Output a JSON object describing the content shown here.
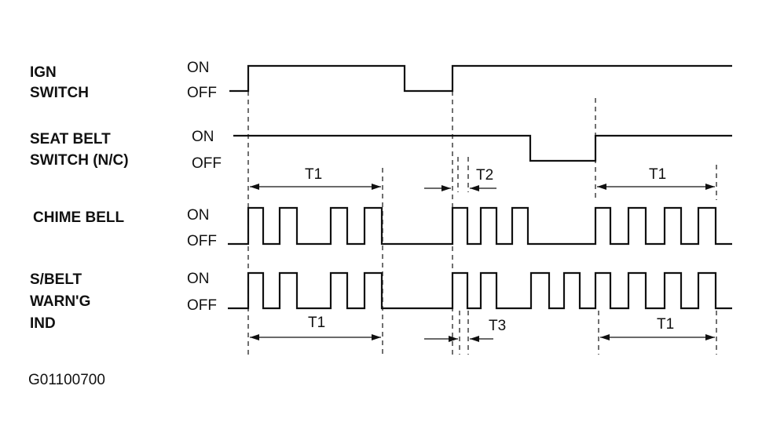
{
  "signals": {
    "ign": {
      "label_line1": "IGN",
      "label_line2": "SWITCH",
      "on": "ON",
      "off": "OFF"
    },
    "seatbelt": {
      "label_line1": "SEAT BELT",
      "label_line2": "SWITCH (N/C)",
      "on": "ON",
      "off": "OFF"
    },
    "chime": {
      "label_line1": "CHIME BELL",
      "on": "ON",
      "off": "OFF"
    },
    "indicator": {
      "label_line1": "S/BELT",
      "label_line2": "WARN'G",
      "label_line3": "IND",
      "on": "ON",
      "off": "OFF"
    }
  },
  "timing": {
    "t1_a": "T1",
    "t2": "T2",
    "t1_b": "T1",
    "t1_c": "T1",
    "t3": "T3",
    "t1_d": "T1"
  },
  "figure_id": "G01100700"
}
